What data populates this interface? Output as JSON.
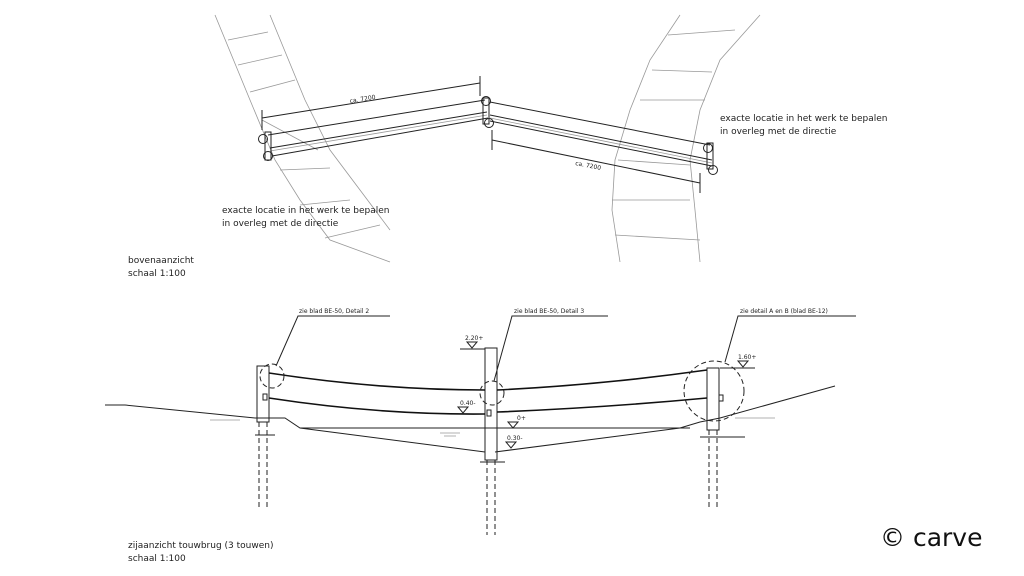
{
  "top_view": {
    "dim_left": "ca. 7200",
    "dim_right": "ca. 7200",
    "note_right_1": "exacte locatie in het werk te bepalen",
    "note_right_2": "in overleg met de directie",
    "note_left_1": "exacte locatie in het werk te bepalen",
    "note_left_2": "in overleg met de directie",
    "title": "bovenaanzicht",
    "scale": "schaal 1:100"
  },
  "side_view": {
    "ref_left": "zie blad BE-50, Detail 2",
    "ref_mid": "zie blad BE-50, Detail 3",
    "ref_right": "zie detail A en B (blad BE-12)",
    "level_mid_top": "2.20+",
    "level_right_top": "1.60+",
    "level_rope": "0.40-",
    "level_water": "0+",
    "level_bed": "0.30-",
    "title": "zijaanzicht touwbrug (3 touwen)",
    "scale": "schaal 1:100"
  },
  "logo": "© carve"
}
